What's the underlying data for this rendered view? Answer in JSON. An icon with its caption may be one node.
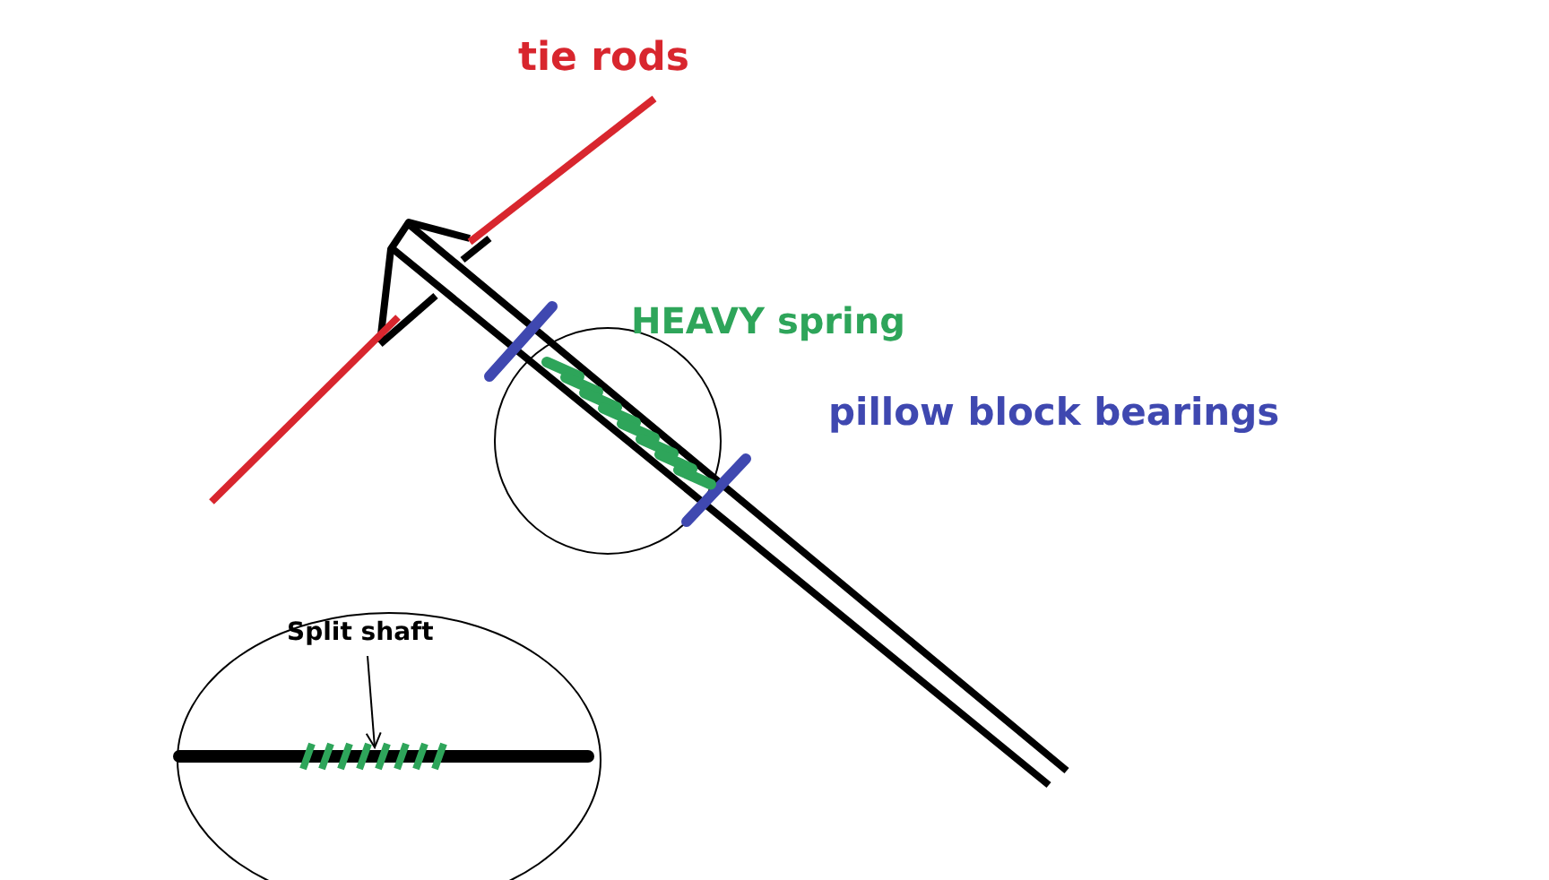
{
  "diagram": {
    "nodes": [
      {
        "text": [
          "Split shaft"
        ]
      },
      {
        "text": [],
        "shape": "bar"
      }
    ],
    "edges": [
      {
        "from": 0,
        "to": 1,
        "arrow": "to"
      }
    ],
    "labels": [
      "tie rods",
      "HEAVY spring",
      "pillow block bearings"
    ]
  }
}
